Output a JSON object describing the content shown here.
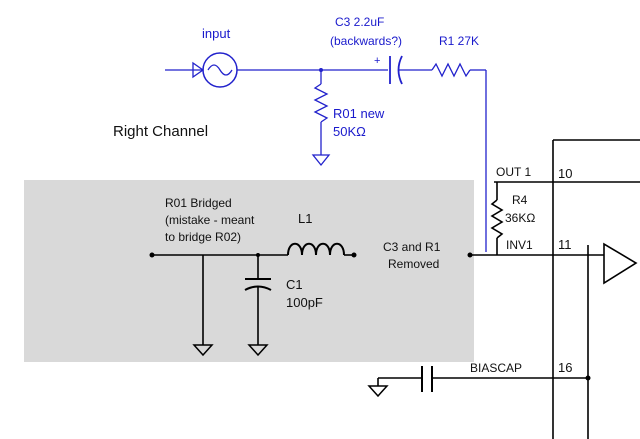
{
  "colors": {
    "annotation_blue": "#1a1acc",
    "wire_black": "#000000",
    "shaded_region": "#d9d9d9"
  },
  "labels": {
    "input": "input",
    "c3_value": "C3 2.2uF",
    "c3_note": "(backwards?)",
    "c3_plus": "+",
    "r1_value": "R1 27K",
    "r01_new": "R01 new",
    "r01_value": "50KΩ",
    "channel": "Right Channel",
    "bridged_line1": "R01 Bridged",
    "bridged_line2": "(mistake - meant",
    "bridged_line3": "to bridge R02)",
    "l1": "L1",
    "c1": "C1",
    "c1_value": "100pF",
    "removed_line1": "C3 and R1",
    "removed_line2": "Removed",
    "out1": "OUT 1",
    "pin10": "10",
    "r4": "R4",
    "r4_value": "36KΩ",
    "inv1": "INV1",
    "pin11": "11",
    "biascap": "BIASCAP",
    "pin16": "16"
  },
  "icons": {
    "source": "ac-source-icon",
    "ground": "ground-icon",
    "resistor": "resistor-icon",
    "capacitor": "capacitor-icon",
    "inductor": "inductor-icon",
    "opamp": "opamp-icon"
  }
}
